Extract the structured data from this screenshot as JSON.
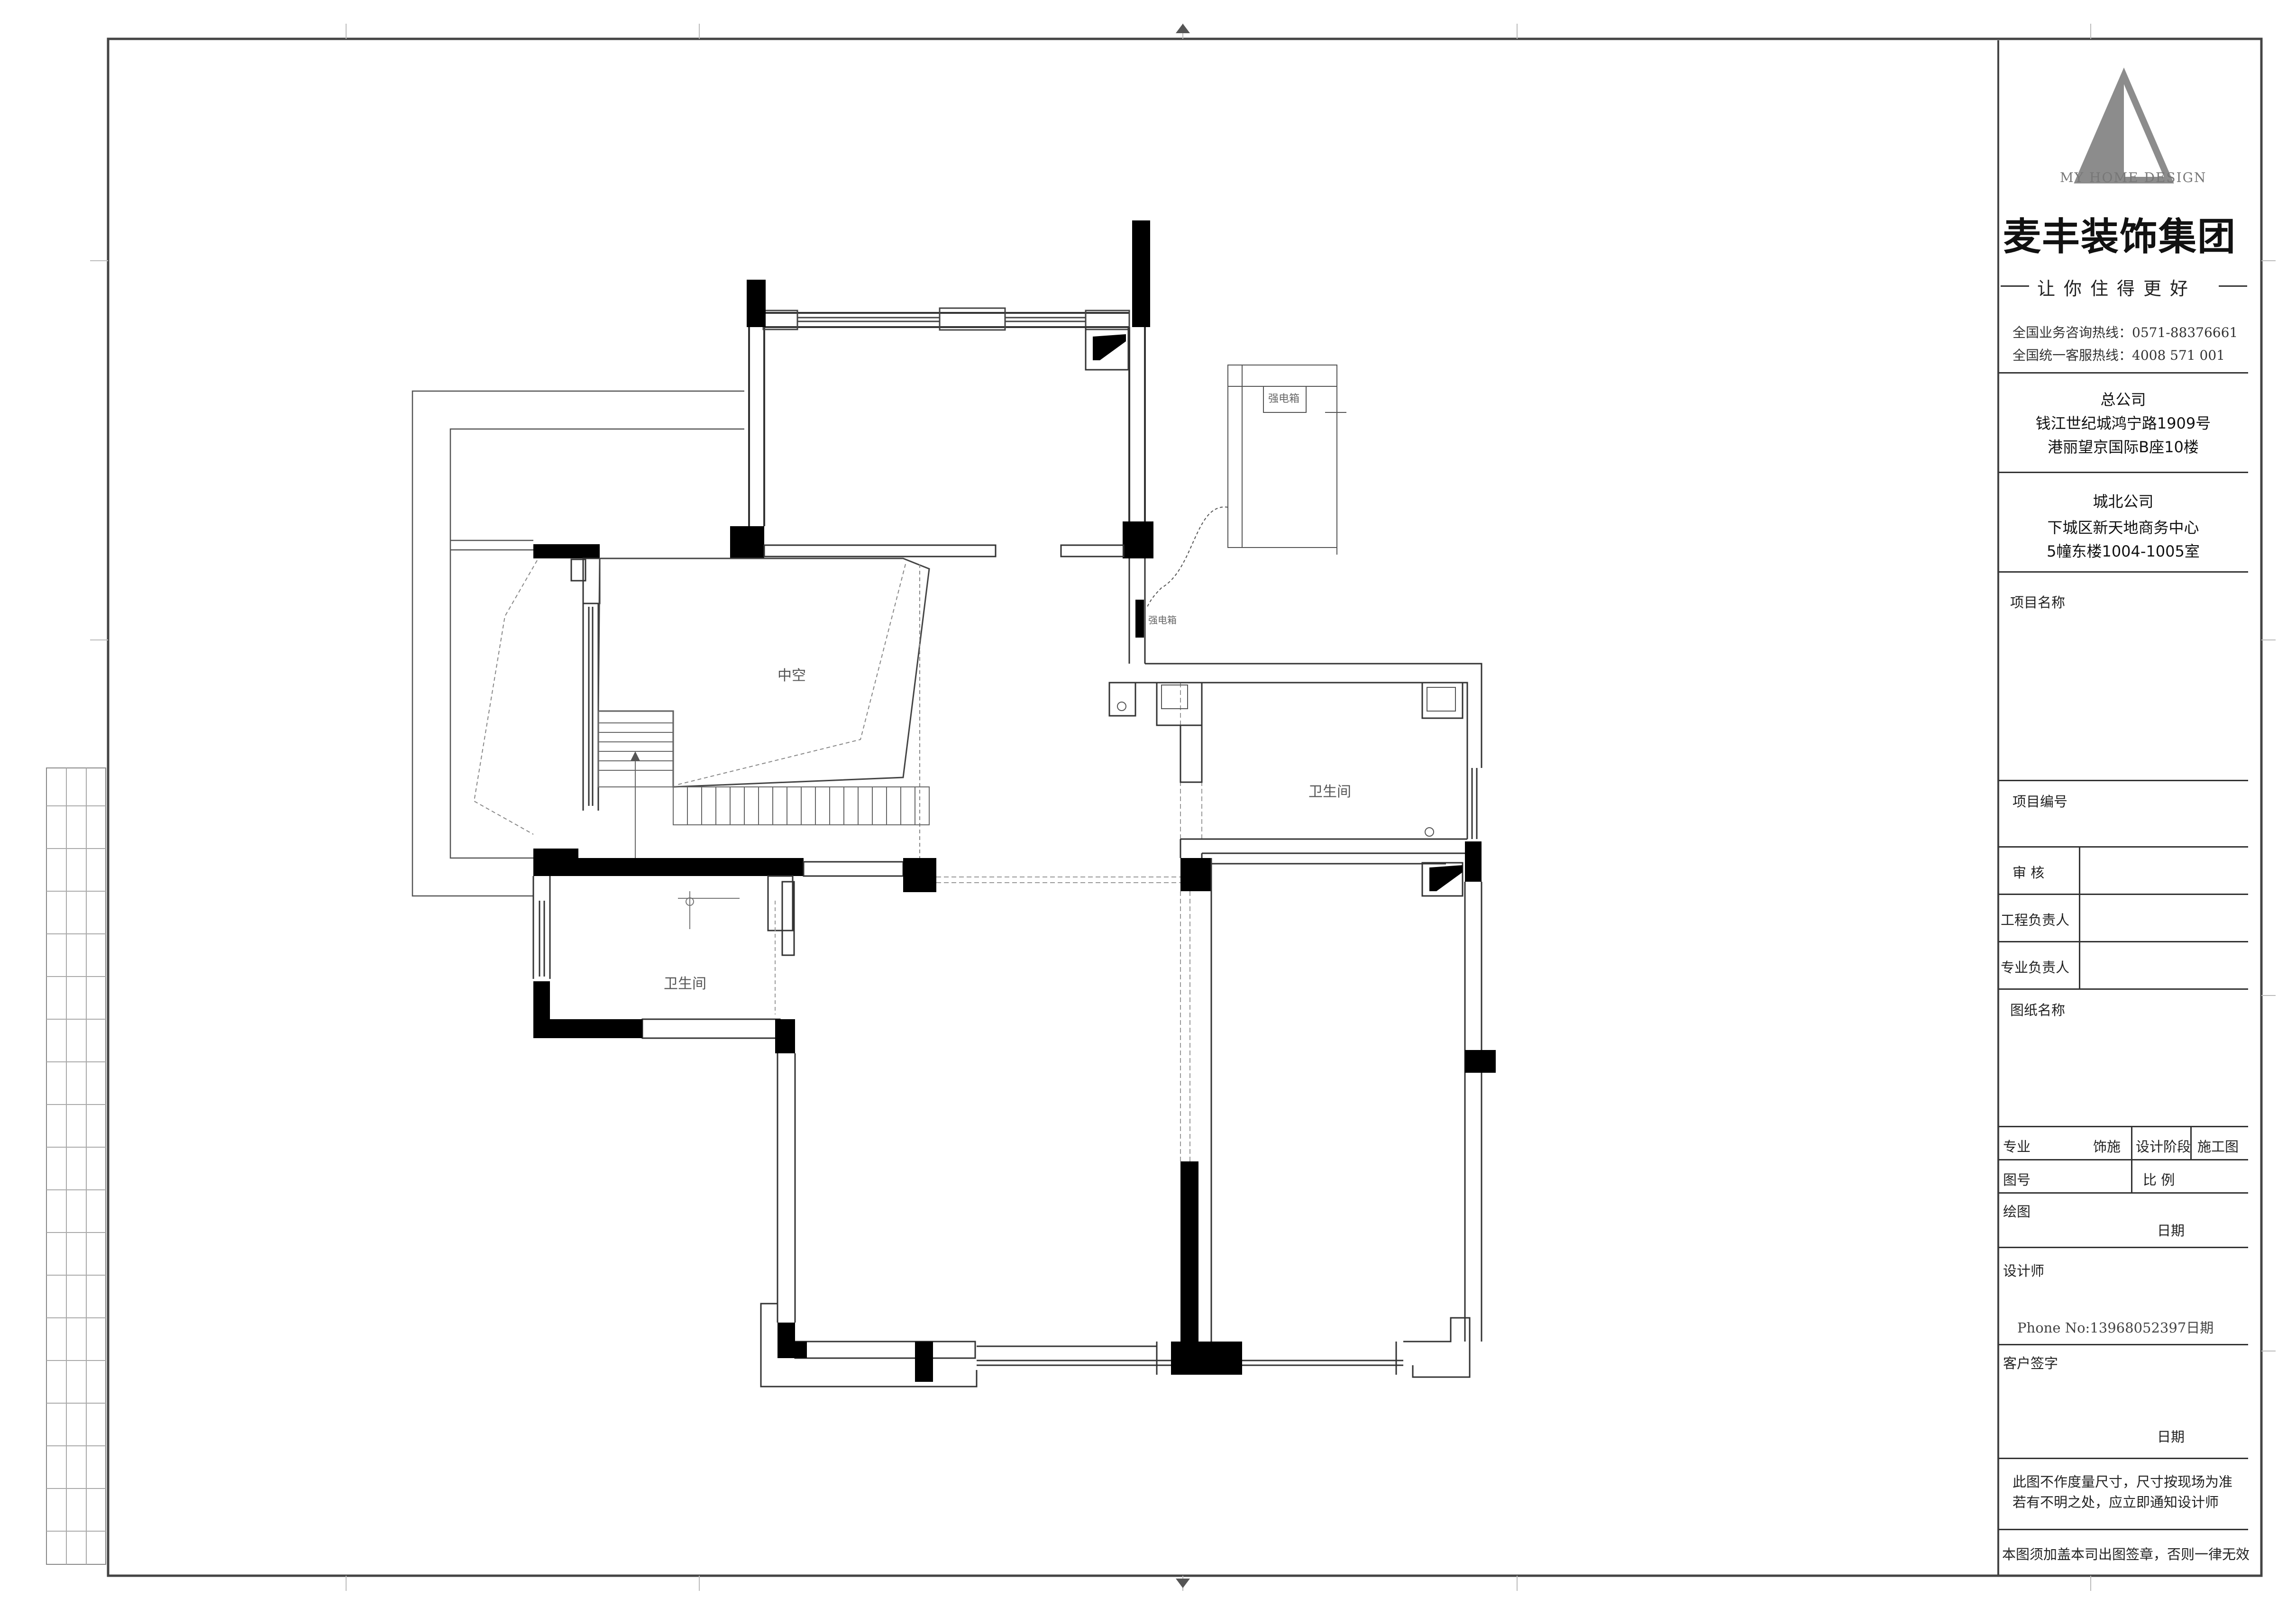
{
  "plan": {
    "rooms": {
      "void": "中空",
      "bath_upper_right": "卫生间",
      "bath_left": "卫生间"
    },
    "tags": {
      "electric_box_top": "强电箱",
      "electric_box_small": "强电箱"
    }
  },
  "title_block": {
    "logo_text": "MY HOME DESIGN",
    "company": "麦丰装饰集团",
    "slogan": "让你住得更好",
    "hotline_consult": "全国业务咨询热线：0571-88376661",
    "hotline_service": "全国统一客服热线：4008 571 001",
    "hq_title": "总公司",
    "hq_addr1": "钱江世纪城鸿宁路1909号",
    "hq_addr2": "港丽望京国际B座10楼",
    "north_title": "城北公司",
    "north_addr1": "下城区新天地商务中心",
    "north_addr2": "5幢东楼1004-1005室",
    "project_name_label": "项目名称",
    "project_no_label": "项目编号",
    "review_label": "审  核",
    "eng_lead_label": "工程负责人",
    "pro_lead_label": "专业负责人",
    "drawing_name_label": "图纸名称",
    "discipline_label": "专业",
    "discipline_value": "饰施",
    "design_stage_label": "设计阶段",
    "design_stage_value": "施工图",
    "drawing_no_label": "图号",
    "scale_label": "比  例",
    "drawer_label": "绘图",
    "date_label_1": "日期",
    "designer_label": "设计师",
    "phone_line": "Phone No:13968052397日期",
    "client_sign_label": "客户签字",
    "date_label_2": "日期",
    "notice_1": "此图不作度量尺寸，尺寸按现场为准",
    "notice_2": "若有不明之处，应立即通知设计师",
    "notice_3": "本图须加盖本司出图签章，否则一律无效"
  },
  "colors": {
    "wall": "#000000",
    "line": "#333333",
    "logo": "#8c8c8c"
  }
}
